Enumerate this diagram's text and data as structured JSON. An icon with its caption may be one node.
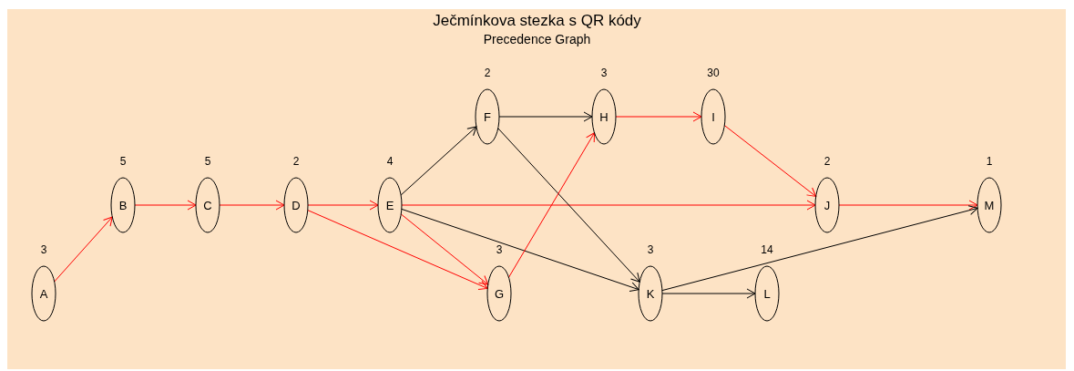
{
  "diagram": {
    "title": "Ječmínkova stezka s QR kódy",
    "caption": "Precedence Graph",
    "nodes": [
      {
        "text": [
          "A"
        ],
        "beside": [
          "3"
        ]
      },
      {
        "text": [
          "B"
        ],
        "beside": [
          "5"
        ]
      },
      {
        "text": [
          "C"
        ],
        "beside": [
          "5"
        ]
      },
      {
        "text": [
          "D"
        ],
        "beside": [
          "2"
        ]
      },
      {
        "text": [
          "E"
        ],
        "beside": [
          "4"
        ]
      },
      {
        "text": [
          "F"
        ],
        "beside": [
          "2"
        ]
      },
      {
        "text": [
          "G"
        ],
        "beside": [
          "3"
        ]
      },
      {
        "text": [
          "H"
        ],
        "beside": [
          "3"
        ]
      },
      {
        "text": [
          "I"
        ],
        "beside": [
          "30"
        ]
      },
      {
        "text": [
          "J"
        ],
        "beside": [
          "2"
        ]
      },
      {
        "text": [
          "K"
        ],
        "beside": [
          "3"
        ]
      },
      {
        "text": [
          "L"
        ],
        "beside": [
          "14"
        ]
      },
      {
        "text": [
          "M"
        ],
        "beside": [
          "1"
        ]
      }
    ],
    "edges": [
      {
        "from": 0,
        "to": 1,
        "arrow": "to"
      },
      {
        "from": 1,
        "to": 2,
        "arrow": "to"
      },
      {
        "from": 2,
        "to": 3,
        "arrow": "to"
      },
      {
        "from": 3,
        "to": 4,
        "arrow": "to"
      },
      {
        "from": 3,
        "to": 6,
        "arrow": "to"
      },
      {
        "from": 4,
        "to": 5,
        "arrow": "to",
        "color": "#000000"
      },
      {
        "from": 4,
        "to": 9,
        "arrow": "to"
      },
      {
        "from": 4,
        "to": 6,
        "arrow": "to"
      },
      {
        "from": 4,
        "to": 10,
        "arrow": "to",
        "color": "#000000"
      },
      {
        "from": 5,
        "to": 7,
        "arrow": "to",
        "color": "#000000"
      },
      {
        "from": 5,
        "to": 10,
        "arrow": "to",
        "color": "#000000"
      },
      {
        "from": 6,
        "to": 7,
        "arrow": "to"
      },
      {
        "from": 7,
        "to": 8,
        "arrow": "to"
      },
      {
        "from": 8,
        "to": 9,
        "arrow": "to"
      },
      {
        "from": 9,
        "to": 12,
        "arrow": "to"
      },
      {
        "from": 10,
        "to": 12,
        "arrow": "to",
        "color": "#000000"
      },
      {
        "from": 10,
        "to": 11,
        "arrow": "to",
        "color": "#000000"
      }
    ]
  }
}
